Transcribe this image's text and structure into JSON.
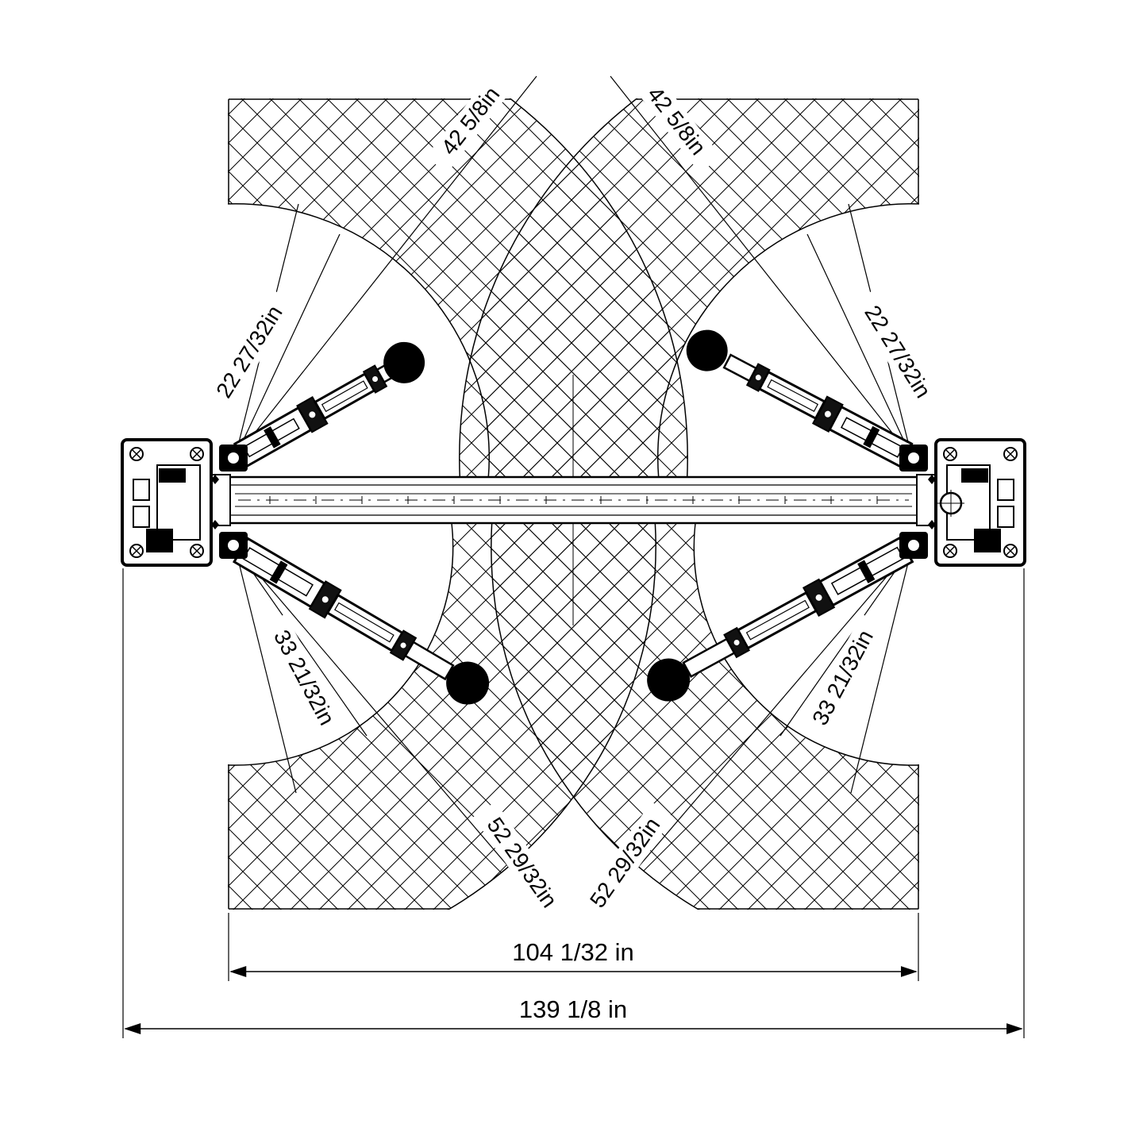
{
  "drawing": {
    "background": "#ffffff",
    "line_color": "#000000",
    "annotations": {
      "front_reach_max_left": "42 5/8in",
      "front_reach_max_right": "42 5/8in",
      "front_reach_min_left": "22 27/32in",
      "front_reach_min_right": "22 27/32in",
      "rear_reach_min_left": "33 21/32in",
      "rear_reach_min_right": "33 21/32in",
      "rear_reach_max_left": "52 29/32in",
      "rear_reach_max_right": "52 29/32in"
    },
    "dimensions": {
      "inside_columns_width": "104 1/32 in",
      "overall_width": "139 1/8 in"
    }
  }
}
